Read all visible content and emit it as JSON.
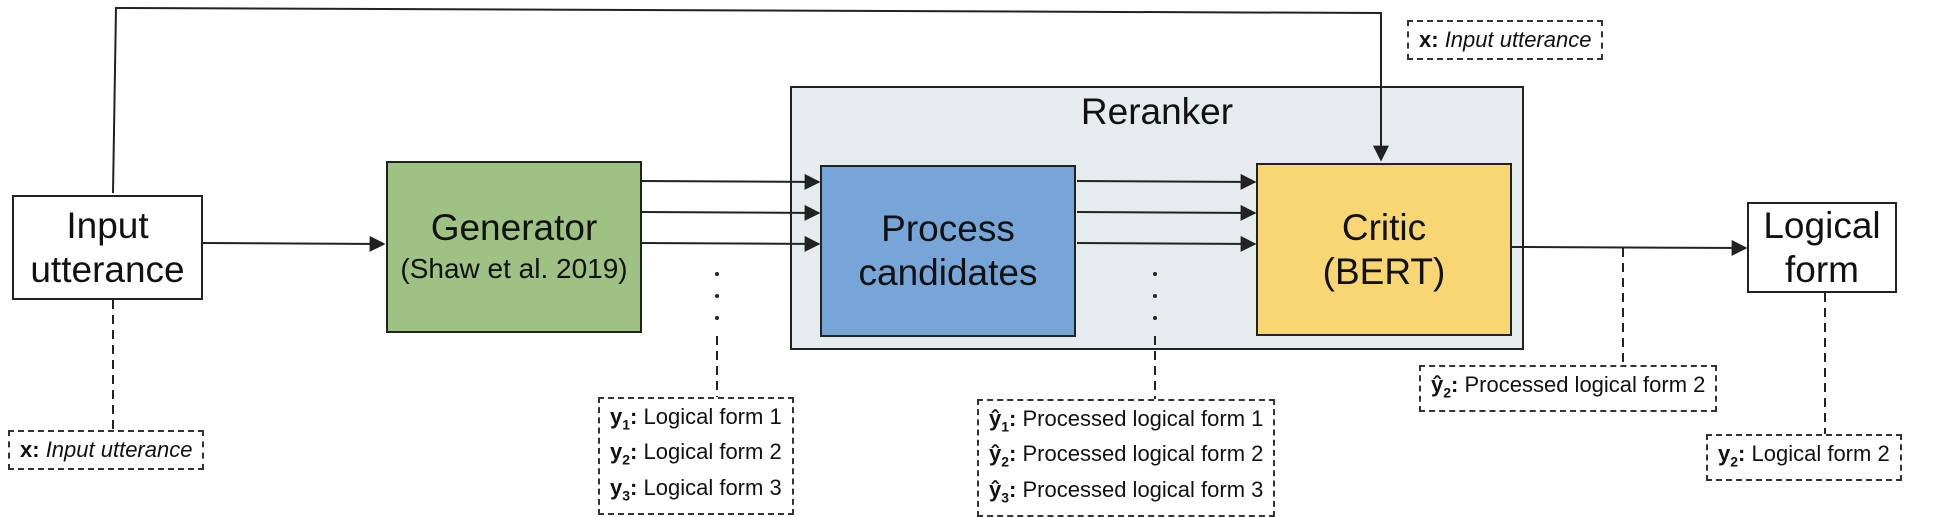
{
  "colors": {
    "reranker_bg": "#e6ebed",
    "generator_bg": "#9dc284",
    "process_bg": "#78a5d8",
    "critic_bg": "#f8d673",
    "line": "#222222"
  },
  "nodes": {
    "input": {
      "line1": "Input",
      "line2": "utterance"
    },
    "generator": {
      "line1": "Generator",
      "line2": "(Shaw et al. 2019)"
    },
    "reranker": {
      "title": "Reranker"
    },
    "process": {
      "line1": "Process",
      "line2": "candidates"
    },
    "critic": {
      "line1": "Critic",
      "line2": "(BERT)"
    },
    "logical": {
      "line1": "Logical",
      "line2": "form"
    }
  },
  "notes": {
    "x_top": {
      "sym": "x:",
      "text": "Input utterance"
    },
    "x_bottom": {
      "sym": "x:",
      "text": "Input utterance"
    },
    "y_list": [
      {
        "sym": "y",
        "sub": "1",
        "text": "Logical form 1"
      },
      {
        "sym": "y",
        "sub": "2",
        "text": "Logical form 2"
      },
      {
        "sym": "y",
        "sub": "3",
        "text": "Logical form 3"
      }
    ],
    "yhat_list": [
      {
        "sym": "ŷ",
        "sub": "1",
        "text": "Processed logical form 1"
      },
      {
        "sym": "ŷ",
        "sub": "2",
        "text": "Processed logical form 2"
      },
      {
        "sym": "ŷ",
        "sub": "3",
        "text": "Processed logical form 3"
      }
    ],
    "yhat2": {
      "sym": "ŷ",
      "sub": "2",
      "text": "Processed logical form 2"
    },
    "y2": {
      "sym": "y",
      "sub": "2",
      "text": "Logical form 2"
    }
  }
}
